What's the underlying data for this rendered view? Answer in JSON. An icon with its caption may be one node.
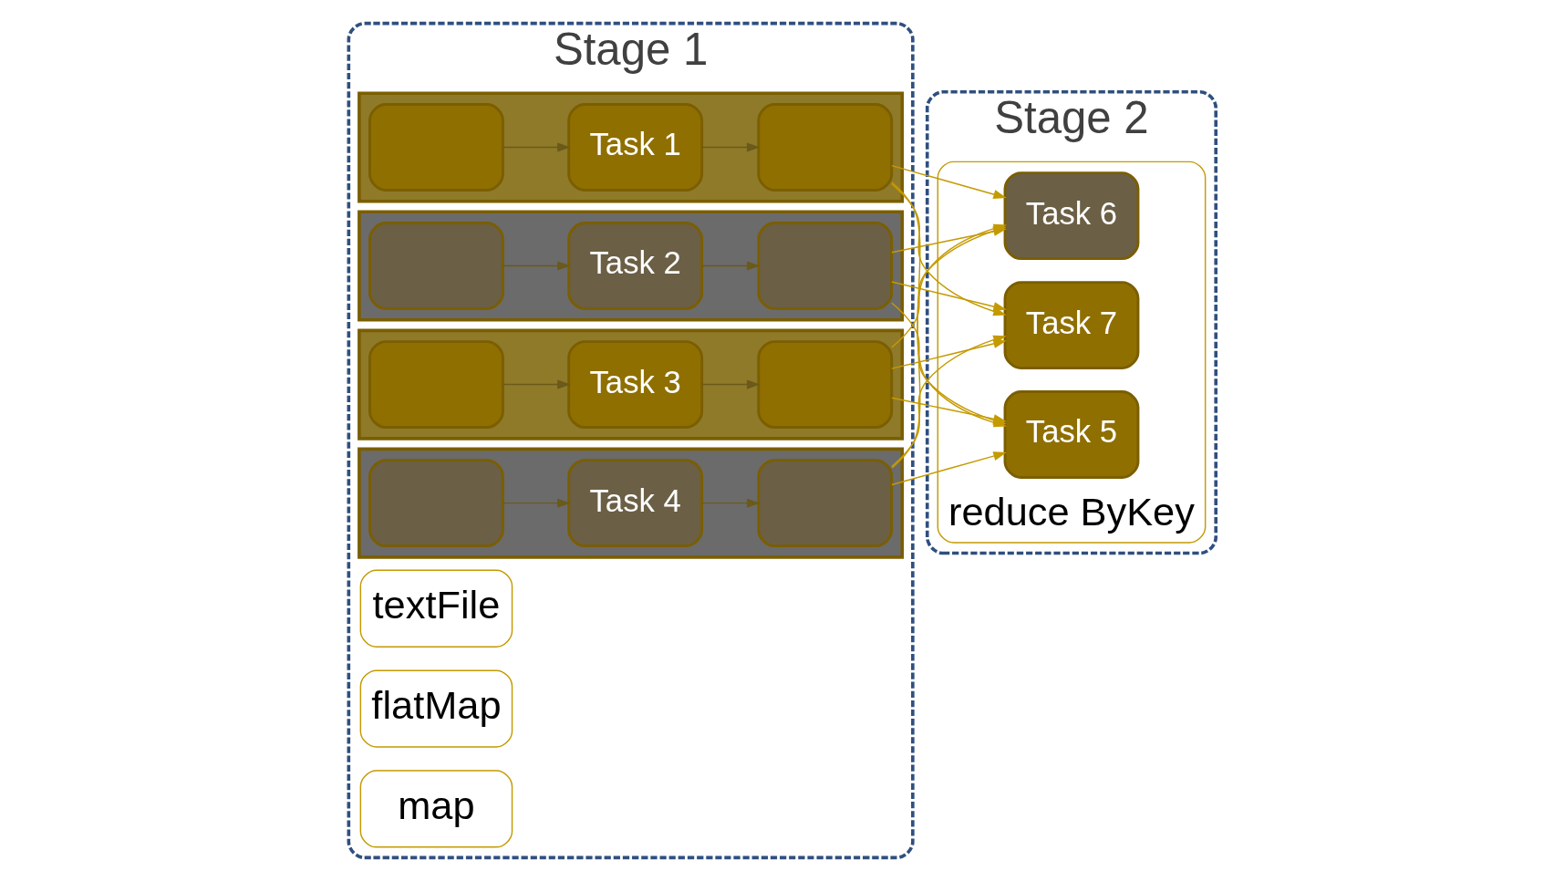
{
  "diagram": {
    "nodes": [
      {
        "text": [
          "Stage 1"
        ]
      },
      {
        "text": [
          "textFile"
        ],
        "in": 0
      },
      {
        "text": [
          "flatMap"
        ],
        "in": 0
      },
      {
        "text": [
          "map"
        ],
        "in": 0
      },
      {
        "text": [],
        "shape": "bar",
        "in": 0
      },
      {
        "text": [],
        "shape": "box",
        "in": 4
      },
      {
        "text": [
          "Task 1"
        ],
        "in": 4
      },
      {
        "text": [],
        "shape": "box",
        "in": 4
      },
      {
        "text": [],
        "shape": "bar",
        "in": 0
      },
      {
        "text": [],
        "shape": "box",
        "in": 8
      },
      {
        "text": [
          "Task 2"
        ],
        "in": 8
      },
      {
        "text": [],
        "shape": "box",
        "in": 8
      },
      {
        "text": [],
        "shape": "bar",
        "in": 0
      },
      {
        "text": [],
        "shape": "box",
        "in": 12
      },
      {
        "text": [
          "Task 3"
        ],
        "in": 12
      },
      {
        "text": [],
        "shape": "box",
        "in": 12
      },
      {
        "text": [],
        "shape": "bar",
        "in": 0
      },
      {
        "text": [],
        "shape": "box",
        "in": 16
      },
      {
        "text": [
          "Task 4"
        ],
        "in": 16
      },
      {
        "text": [],
        "shape": "box",
        "in": 16
      },
      {
        "text": [
          "Stage 2"
        ]
      },
      {
        "text": [
          "reduce ByKey"
        ],
        "in": 20
      },
      {
        "text": [
          "Task 5"
        ],
        "in": 21
      },
      {
        "text": [
          "Task 6"
        ],
        "in": 21
      },
      {
        "text": [
          "Task 7"
        ],
        "in": 21
      }
    ],
    "edges": [
      {
        "from": 5,
        "to": 6,
        "arrow": "to",
        "color": "#6b5a1a"
      },
      {
        "from": 6,
        "to": 7,
        "arrow": "to",
        "color": "#6b5a1a"
      },
      {
        "from": 9,
        "to": 10,
        "arrow": "to",
        "color": "#6b5a1a"
      },
      {
        "from": 10,
        "to": 11,
        "arrow": "to",
        "color": "#6b5a1a"
      },
      {
        "from": 13,
        "to": 14,
        "arrow": "to",
        "color": "#6b5a1a"
      },
      {
        "from": 14,
        "to": 15,
        "arrow": "to",
        "color": "#6b5a1a"
      },
      {
        "from": 17,
        "to": 18,
        "arrow": "to",
        "color": "#6b5a1a"
      },
      {
        "from": 18,
        "to": 19,
        "arrow": "to",
        "color": "#6b5a1a"
      },
      {
        "from": 7,
        "to": 22,
        "arrow": "to"
      },
      {
        "from": 7,
        "to": 23,
        "arrow": "to"
      },
      {
        "from": 7,
        "to": 24,
        "arrow": "to"
      },
      {
        "from": 11,
        "to": 22,
        "arrow": "to"
      },
      {
        "from": 11,
        "to": 23,
        "arrow": "to"
      },
      {
        "from": 11,
        "to": 24,
        "arrow": "to"
      },
      {
        "from": 15,
        "to": 22,
        "arrow": "to"
      },
      {
        "from": 15,
        "to": 23,
        "arrow": "to"
      },
      {
        "from": 15,
        "to": 24,
        "arrow": "to"
      },
      {
        "from": 19,
        "to": 22,
        "arrow": "to"
      },
      {
        "from": 19,
        "to": 23,
        "arrow": "to"
      },
      {
        "from": 19,
        "to": 24,
        "arrow": "to"
      }
    ]
  }
}
